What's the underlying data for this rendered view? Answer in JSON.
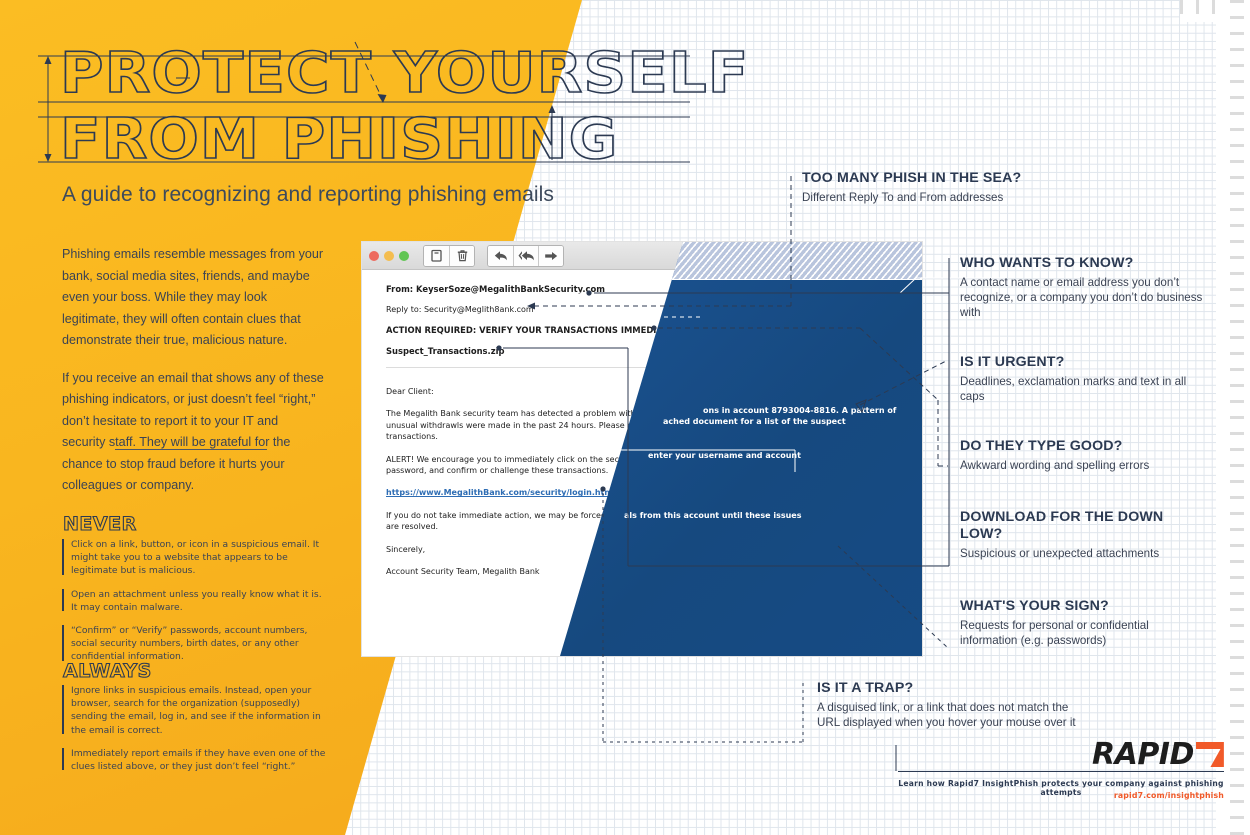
{
  "theme": {
    "yellow": "#f9b621",
    "navy": "#2c3a52",
    "blue_panel": "#16497f",
    "orange": "#f15a29",
    "link_blue": "#2e6db4"
  },
  "header": {
    "title_line1": "PROTECT YOURSELF",
    "title_line2": "FROM PHISHING",
    "subtitle": "A guide to recognizing and reporting phishing emails"
  },
  "intro": {
    "paragraph1": "Phishing emails resemble messages from your bank, social media sites, friends, and maybe even your boss. While they may look legitimate, they will often contain clues that demonstrate their true, malicious nature.",
    "paragraph2": "If you receive an email that shows any of these phishing indicators, or just doesn’t feel “right,” don’t hesitate to report it to your IT and security staff. They will be grateful for the chance to stop fraud before it hurts your colleagues or company."
  },
  "never": {
    "heading": "NEVER",
    "items": [
      "Click on a link, button, or icon in a suspicious email. It might take you to a website that appears to be legitimate but is malicious.",
      "Open an attachment unless you really know what it is. It may contain malware.",
      "“Confirm” or “Verify” passwords, account numbers, social security numbers, birth dates, or any other confidential information."
    ]
  },
  "always": {
    "heading": "ALWAYS",
    "items": [
      "Ignore links in suspicious emails. Instead, open your browser, search for the organization (supposedly) sending the email, log in, and see if the information in the email is correct.",
      "Immediately report emails if they have even one of the clues listed above, or they just don’t feel “right.”"
    ]
  },
  "mail_window": {
    "window_dots": [
      "close-dot",
      "minimize-dot",
      "maximize-dot"
    ],
    "toolbar_icons": [
      "archive-icon",
      "trash-icon",
      "reply-icon",
      "reply-all-icon",
      "forward-icon"
    ],
    "headers": {
      "from": "From: KeyserSoze@MegalithBankSecurity.com",
      "reply_to": "Reply to: Security@Meglith8ank.com",
      "subject": "ACTION REQUIRED: VERIFY YOUR TRANSACTIONS IMMEDIATELY!",
      "attachment": "Suspect_Transactions.zip"
    },
    "body": {
      "greeting": "Dear Client:",
      "para1_white": "The Megalith Bank security team has detected a problem with transacti",
      "para1_blue": "ons in account 8793004-8816. A pattern of",
      "para1b_white": "unusual withdrawls were made in the past 24 hours. Please open the att",
      "para1b_blue": "ached document for a list of the suspect",
      "para1c": "transactions.",
      "para2_white": "ALERT! We encourage you to immediately click on the secure URL below,",
      "para2_blue": "enter your username and account",
      "para2b": "password, and confirm or challenge these transactions.",
      "link": "https://www.MegalithBank.com/security/login.html",
      "para3_white": "If you do not take immediate action, we may be forced to suspend all withdraw",
      "para3_blue": "als from this account until these issues",
      "para3b": "are resolved.",
      "signoff": "Sincerely,",
      "signature": "Account Security Team, Megalith Bank"
    }
  },
  "callouts": [
    {
      "id": "too-many-phish",
      "title": "TOO MANY PHISH IN THE SEA?",
      "subtitle": "Different Reply To and From addresses"
    },
    {
      "id": "who-wants-to-know",
      "title": "WHO WANTS TO KNOW?",
      "subtitle": "A contact name or email address you don’t recognize, or a company you don’t do business with"
    },
    {
      "id": "is-it-urgent",
      "title": "IS IT URGENT?",
      "subtitle": "Deadlines, exclamation marks and text in all caps"
    },
    {
      "id": "do-they-type-good",
      "title": "DO THEY TYPE GOOD?",
      "subtitle": "Awkward wording and spelling errors"
    },
    {
      "id": "download-for-the-down-low",
      "title": "DOWNLOAD FOR THE DOWN LOW?",
      "subtitle": "Suspicious or unexpected attachments"
    },
    {
      "id": "whats-your-sign",
      "title": "WHAT'S YOUR SIGN?",
      "subtitle": "Requests for personal or confidential information (e.g. passwords)"
    },
    {
      "id": "is-it-a-trap",
      "title": "IS IT A TRAP?",
      "subtitle": "A disguised link, or a link that does not match the URL displayed when you hover your mouse over it"
    }
  ],
  "footer": {
    "logo_word": "RAPID",
    "logo_mark": "seven-mark",
    "tagline": "Learn how Rapid7 InsightPhish protects your company against phishing attempts",
    "url": "rapid7.com/insightphish"
  }
}
